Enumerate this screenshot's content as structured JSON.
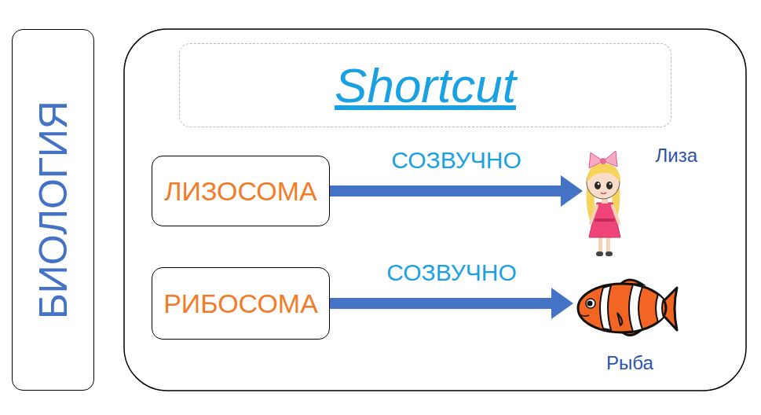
{
  "diagram": {
    "nodes": [
      {
        "text": [
          "БИОЛОГИЯ"
        ]
      },
      {
        "text": [
          "Shortcut"
        ]
      },
      {
        "text": [
          "ЛИЗОСОМА"
        ]
      },
      {
        "text": [
          "Лиза"
        ]
      },
      {
        "text": [
          "РИБОСОМА"
        ]
      },
      {
        "text": [
          "Рыба"
        ]
      }
    ],
    "edges": [
      {
        "from": 2,
        "to": 3,
        "arrow": "to",
        "label": "СОЗВУЧНО"
      },
      {
        "from": 4,
        "to": 5,
        "arrow": "to",
        "label": "СОЗВУЧНО"
      }
    ]
  }
}
